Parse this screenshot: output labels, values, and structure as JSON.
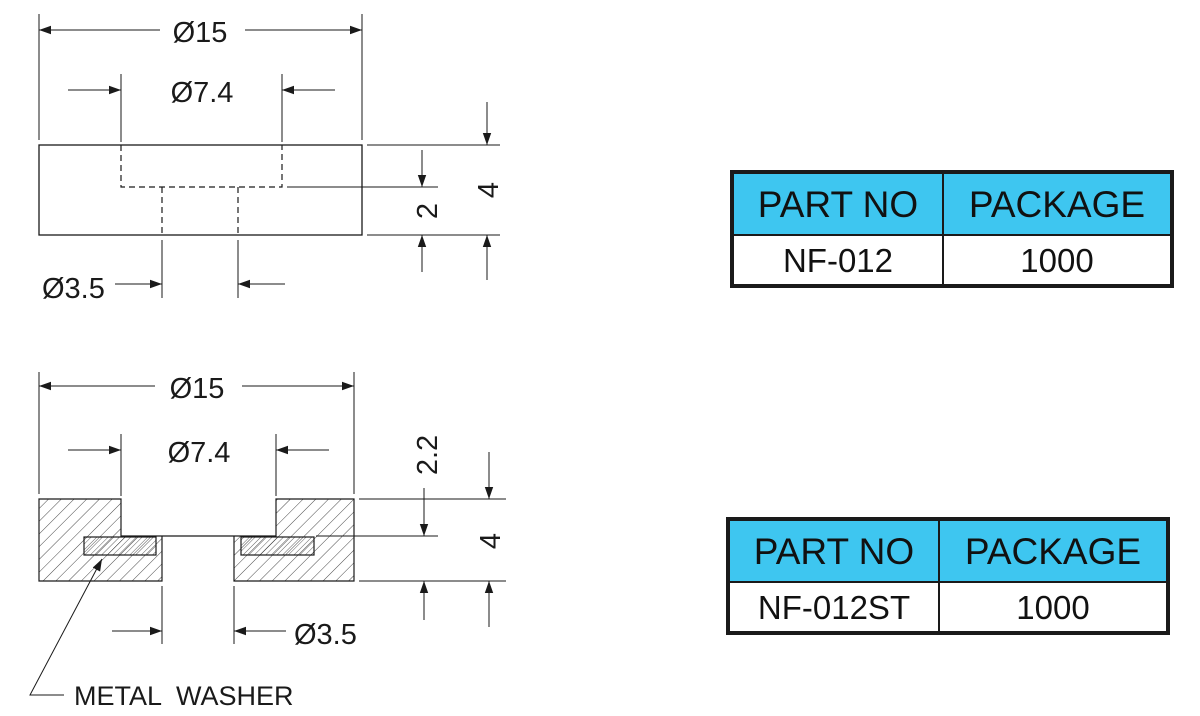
{
  "colors": {
    "table_header": "#3ec6f0",
    "line": "#1a1a1a",
    "background": "#ffffff"
  },
  "view1": {
    "outer_diameter": "Ø15",
    "counterbore_diameter": "Ø7.4",
    "counterbore_depth": "2",
    "thickness": "4",
    "hole_diameter": "Ø3.5"
  },
  "view2": {
    "outer_diameter": "Ø15",
    "counterbore_diameter": "Ø7.4",
    "counterbore_depth": "2.2",
    "thickness": "4",
    "hole_diameter": "Ø3.5",
    "callout": "METAL  WASHER"
  },
  "tables": [
    {
      "headers": [
        "PART NO",
        "PACKAGE"
      ],
      "row": [
        "NF-012",
        "1000"
      ]
    },
    {
      "headers": [
        "PART NO",
        "PACKAGE"
      ],
      "row": [
        "NF-012ST",
        "1000"
      ]
    }
  ]
}
